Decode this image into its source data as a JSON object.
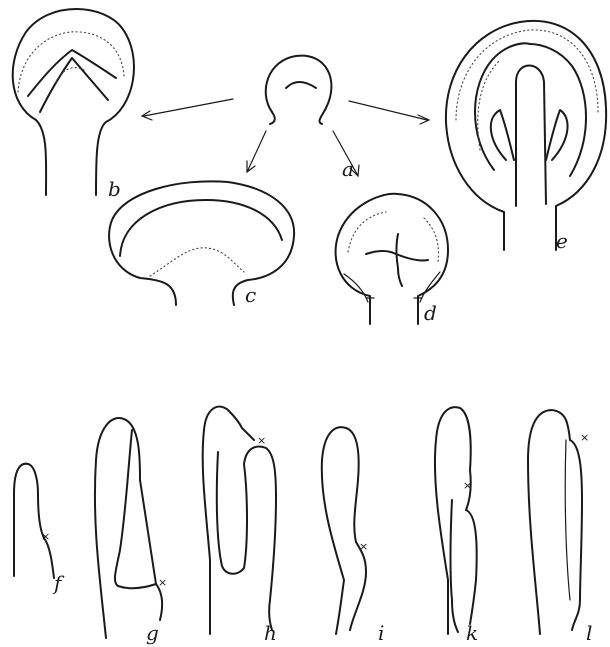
{
  "labels": {
    "a": "a",
    "b": "b",
    "c": "c",
    "d": "d",
    "e": "e",
    "f": "f",
    "g": "g",
    "h": "h",
    "i": "i",
    "k": "k",
    "l": "l"
  },
  "marker": "×"
}
